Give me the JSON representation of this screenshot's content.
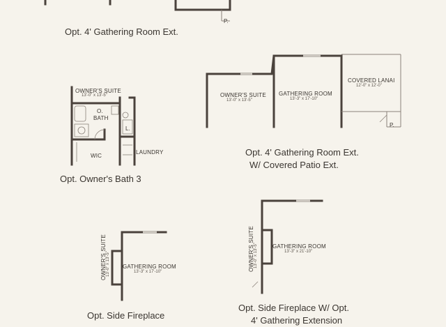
{
  "plans": {
    "gathering_ext": {
      "caption": "Opt. 4' Gathering Room Ext.",
      "patio_label": "P."
    },
    "owners_bath": {
      "caption": "Opt. Owner's Bath 3",
      "suite_name": "OWNER'S SUITE",
      "suite_dims": "13'-0\" x 13'-5\"",
      "bath_label_1": "O.",
      "bath_label_2": "BATH",
      "linen_label": "L.",
      "wic_label": "WIC",
      "laundry_label": "LAUNDRY"
    },
    "covered_patio": {
      "caption_line1": "Opt. 4' Gathering Room Ext.",
      "caption_line2": "W/ Covered Patio Ext.",
      "suite_name": "OWNER'S SUITE",
      "suite_dims": "13'-0\" x 13'-5\"",
      "gathering_name": "GATHERING ROOM",
      "gathering_dims": "13'-3\" x 17'-10\"",
      "lanai_name": "COVERED LANAI",
      "lanai_dims": "12'-0\" x 12'-0\"",
      "patio_label": "P."
    },
    "side_fireplace": {
      "caption": "Opt. Side Fireplace",
      "suite_name": "OWNER'S SUITE",
      "suite_dims": "13'-0\" x 13'-5\"",
      "gathering_name": "GATHERING ROOM",
      "gathering_dims": "13'-3\" x 17'-10\""
    },
    "side_fireplace_ext": {
      "caption_line1": "Opt. Side Fireplace W/ Opt.",
      "caption_line2": "4' Gathering Extension",
      "suite_name": "OWNER'S SUITE",
      "suite_dims": "13'-0\" x 13'-5\"",
      "gathering_name": "GATHERING ROOM",
      "gathering_dims": "13'-3\" x 21'-10\""
    }
  }
}
